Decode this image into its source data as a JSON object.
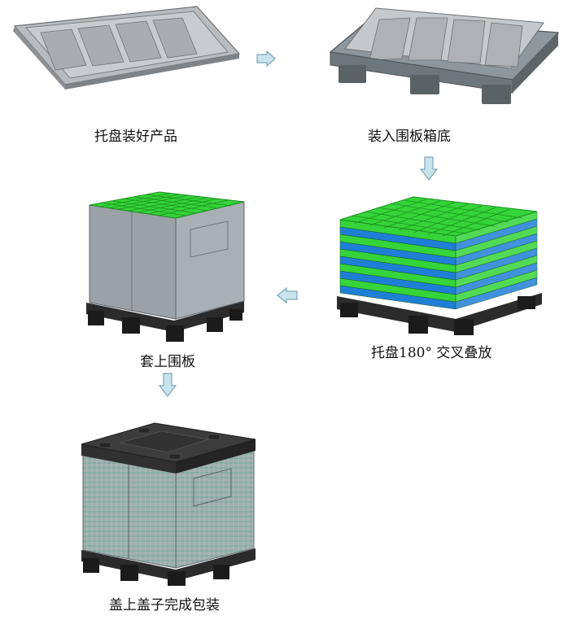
{
  "steps": [
    {
      "label": "托盘装好产品"
    },
    {
      "label": "装入围板箱底"
    },
    {
      "label": "托盘180° 交叉叠放"
    },
    {
      "label": "套上围板"
    },
    {
      "label": "盖上盖子完成包装"
    }
  ],
  "icons": {
    "arrow_right": "arrow-right-icon",
    "arrow_down": "arrow-down-icon",
    "arrow_left": "arrow-left-icon"
  },
  "colors": {
    "arrow_fill": "#c9e3ec",
    "arrow_stroke": "#7da6b6",
    "tray_gray": "#b9bcbf",
    "sleeve_gray": "#9aa2a8",
    "pallet_black": "#2b2b2b",
    "tray_green": "#35d43a",
    "tray_blue": "#1f7fd6"
  }
}
